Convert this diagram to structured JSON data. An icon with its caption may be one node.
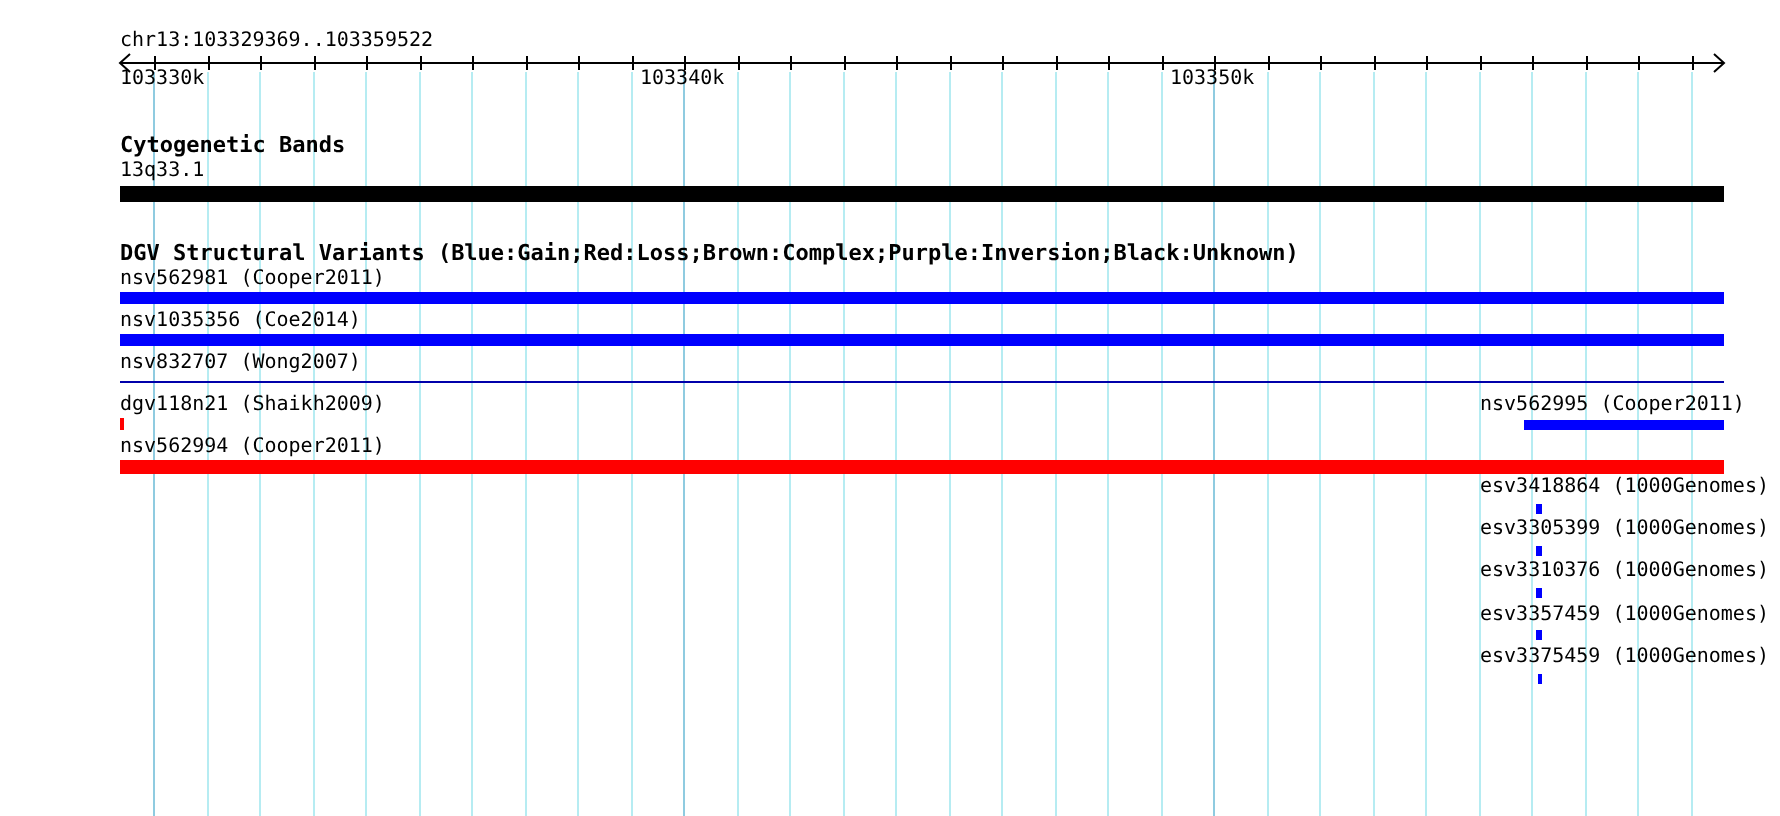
{
  "diagram": {
    "labels": [
      "chr13:103329369..103359522",
      "103330k",
      "103340k",
      "103350k",
      "Cytogenetic Bands",
      "13q33.1",
      "DGV Structural Variants (Blue:Gain;Red:Loss;Brown:Complex;Purple:Inversion;Black:Unknown)",
      "nsv562981 (Cooper2011)",
      "nsv1035356 (Coe2014)",
      "nsv832707 (Wong2007)",
      "dgv118n21 (Shaikh2009)",
      "nsv562995 (Cooper2011)",
      "nsv562994 (Cooper2011)",
      "esv3418864 (1000Genomes)",
      "esv3305399 (1000Genomes)",
      "esv3310376 (1000Genomes)",
      "esv3357459 (1000Genomes)",
      "esv3375459 (1000Genomes)"
    ]
  }
}
